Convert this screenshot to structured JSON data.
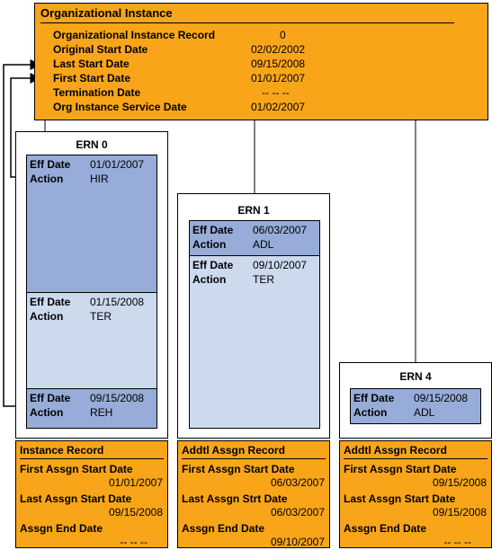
{
  "org_instance": {
    "title": "Organizational Instance",
    "rows": [
      {
        "label": "Organizational Instance Record",
        "value": "0"
      },
      {
        "label": "Original Start Date",
        "value": "02/02/2002"
      },
      {
        "label": "Last Start Date",
        "value": "09/15/2008"
      },
      {
        "label": "First Start Date",
        "value": "01/01/2007"
      },
      {
        "label": "Termination Date",
        "value": "-- -- --"
      },
      {
        "label": "Org Instance Service Date",
        "value": "01/02/2007"
      }
    ]
  },
  "ern0": {
    "title": "ERN 0",
    "rows": [
      {
        "eff_label": "Eff Date",
        "eff_value": "01/01/2007",
        "action_label": "Action",
        "action_value": "HIR"
      },
      {
        "eff_label": "Eff Date",
        "eff_value": "01/15/2008",
        "action_label": "Action",
        "action_value": "TER"
      },
      {
        "eff_label": "Eff Date",
        "eff_value": "09/15/2008",
        "action_label": "Action",
        "action_value": "REH"
      }
    ],
    "record": {
      "title": "Instance Record",
      "first_label": "First Assgn Start Date",
      "first_value": "01/01/2007",
      "last_label": "Last Assgn Start Date",
      "last_value": "09/15/2008",
      "end_label": "Assgn End Date",
      "end_value": "-- -- --"
    }
  },
  "ern1": {
    "title": "ERN 1",
    "rows": [
      {
        "eff_label": "Eff Date",
        "eff_value": "06/03/2007",
        "action_label": "Action",
        "action_value": "ADL"
      },
      {
        "eff_label": "Eff Date",
        "eff_value": "09/10/2007",
        "action_label": "Action",
        "action_value": "TER"
      }
    ],
    "record": {
      "title": "Addtl Assgn Record",
      "first_label": "First Assgn Start Date",
      "first_value": "06/03/2007",
      "last_label": "Last Assgn Strt Date",
      "last_value": "06/03/2007",
      "end_label": "Assgn End Date",
      "end_value": "09/10/2007"
    }
  },
  "ern4": {
    "title": "ERN 4",
    "rows": [
      {
        "eff_label": "Eff Date",
        "eff_value": "09/15/2008",
        "action_label": "Action",
        "action_value": "ADL"
      }
    ],
    "record": {
      "title": "Addtl Assgn Record",
      "first_label": "First Assgn Start Date",
      "first_value": "09/15/2008",
      "last_label": "Last Assgn Start Date",
      "last_value": "09/15/2008",
      "end_label": "Assgn End Date",
      "end_value": "-- -- --"
    }
  },
  "colors": {
    "orange": "#F9A51A",
    "dark_blue": "#97ACD8",
    "light_blue": "#CCDAEE"
  }
}
